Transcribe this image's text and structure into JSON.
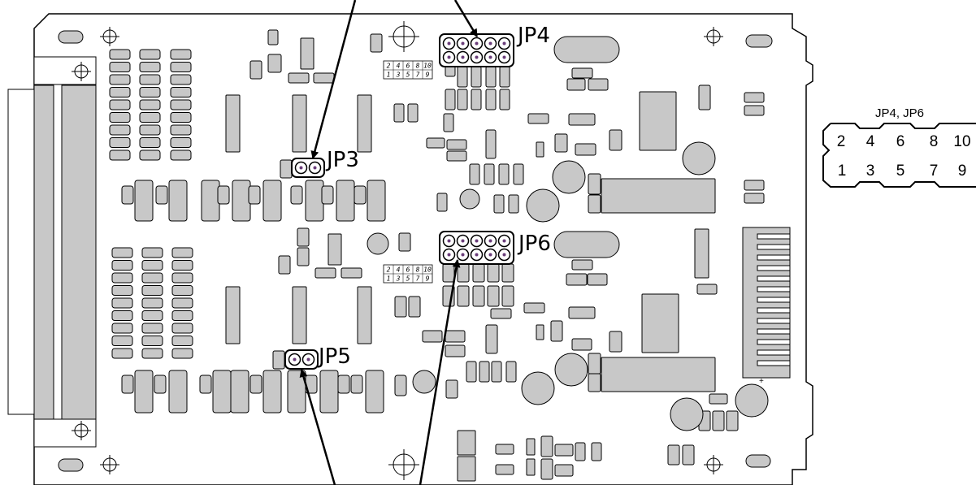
{
  "labels": {
    "jp3": "JP3",
    "jp4": "JP4",
    "jp5": "JP5",
    "jp6": "JP6"
  },
  "pinout_key": {
    "title": "JP4, JP6",
    "top_row": [
      "2",
      "4",
      "6",
      "8",
      "10"
    ],
    "bottom_row": [
      "1",
      "3",
      "5",
      "7",
      "9"
    ]
  },
  "header_silkscreen": {
    "top_row": [
      "2",
      "4",
      "6",
      "8",
      "10"
    ],
    "bottom_row": [
      "1",
      "3",
      "5",
      "7",
      "9"
    ]
  },
  "colors": {
    "component_fill": "#c8c8c8",
    "outline": "#000000",
    "pad_fill": "#ffffff",
    "board_fill": "#ffffff"
  }
}
